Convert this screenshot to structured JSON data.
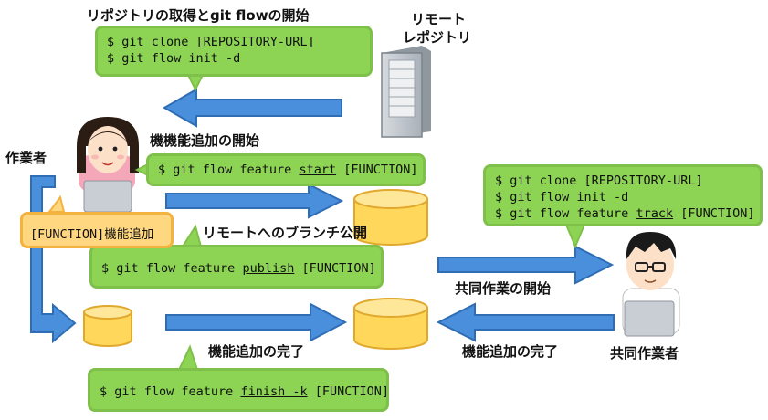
{
  "title_clone": "リポジトリの取得とgit flowの開始",
  "clone_cmd1": "$ git clone [REPOSITORY-URL]",
  "clone_cmd2": "$ git flow init -d",
  "remote_label1": "リモート",
  "remote_label2": "レポジトリ",
  "worker_label": "作業者",
  "feature_start_title": "機機能追加の開始",
  "start_cmd_pre": "$ git flow feature ",
  "start_cmd_kw": "start",
  "start_cmd_post": " [FUNCTION]",
  "function_note": "[FUNCTION]機能追加",
  "publish_title": "リモートへのブランチ公開",
  "publish_cmd_pre": "$ git flow feature ",
  "publish_cmd_kw": "publish",
  "publish_cmd_post": " [FUNCTION]",
  "collab_cmd1": "$ git clone [REPOSITORY-URL]",
  "collab_cmd2": "$ git flow init -d",
  "collab_cmd3_pre": "$ git flow feature ",
  "collab_cmd3_kw": "track",
  "collab_cmd3_post": " [FUNCTION]",
  "collab_start_label": "共同作業の開始",
  "collab_worker_label": "共同作業者",
  "finish_label_left": "機能追加の完了",
  "finish_label_right": "機能追加の完了",
  "finish_cmd_pre": "$ git flow feature ",
  "finish_cmd_kw": "finish -k",
  "finish_cmd_post": " [FUNCTION]",
  "colors": {
    "arrow_fill": "#4a8fdb",
    "arrow_stroke": "#2f6db5",
    "bubble_green": "#8dd455",
    "note_orange": "#ffd780",
    "db_yellow": "#ffd75a"
  }
}
